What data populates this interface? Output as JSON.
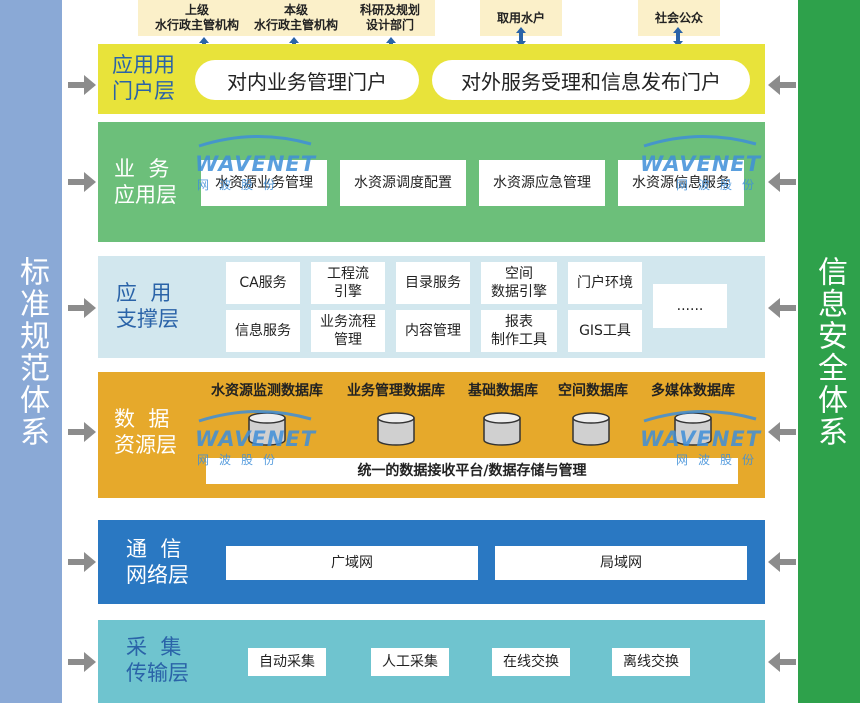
{
  "side_left": "标准规范体系",
  "side_right": "信息安全体系",
  "stakeholders": [
    "上级\n水行政主管机构",
    "本级\n水行政主管机构",
    "科研及规划\n设计部门",
    "取用水户",
    "社会公众"
  ],
  "layers": {
    "portal": {
      "title": "应用用\n门户层",
      "items": [
        "对内业务管理门户",
        "对外服务受理和信息发布门户"
      ]
    },
    "business": {
      "title": "业  务\n应用层",
      "items": [
        "水资源业务管理",
        "水资源调度配置",
        "水资源应急管理",
        "水资源信息服务"
      ]
    },
    "support": {
      "title": "应  用\n支撑层",
      "items": [
        "CA服务",
        "工程流\n引擎",
        "目录服务",
        "空间\n数据引擎",
        "门户环境",
        "信息服务",
        "业务流程\n管理",
        "内容管理",
        "报表\n制作工具",
        "GIS工具",
        "......"
      ]
    },
    "data": {
      "title": "数  据\n资源层",
      "dbs": [
        "水资源监测数据库",
        "业务管理数据库",
        "基础数据库",
        "空间数据库",
        "多媒体数据库"
      ],
      "platform": "统一的数据接收平台/数据存储与管理"
    },
    "network": {
      "title": "通  信\n网络层",
      "items": [
        "广域网",
        "局域网"
      ]
    },
    "collect": {
      "title": "采  集\n传输层",
      "items": [
        "自动采集",
        "人工采集",
        "在线交换",
        "离线交换"
      ]
    }
  },
  "watermark": {
    "brand": "WAVENET",
    "sub": "网波股份"
  },
  "colors": {
    "left_bar": "#8aa9d6",
    "right_bar": "#2ea14b",
    "portal": "#e8e33a",
    "business": "#6cbf7a",
    "support": "#d2e7ee",
    "data": "#e6a92b",
    "network": "#2a78c2",
    "collect": "#6fc4cf"
  }
}
